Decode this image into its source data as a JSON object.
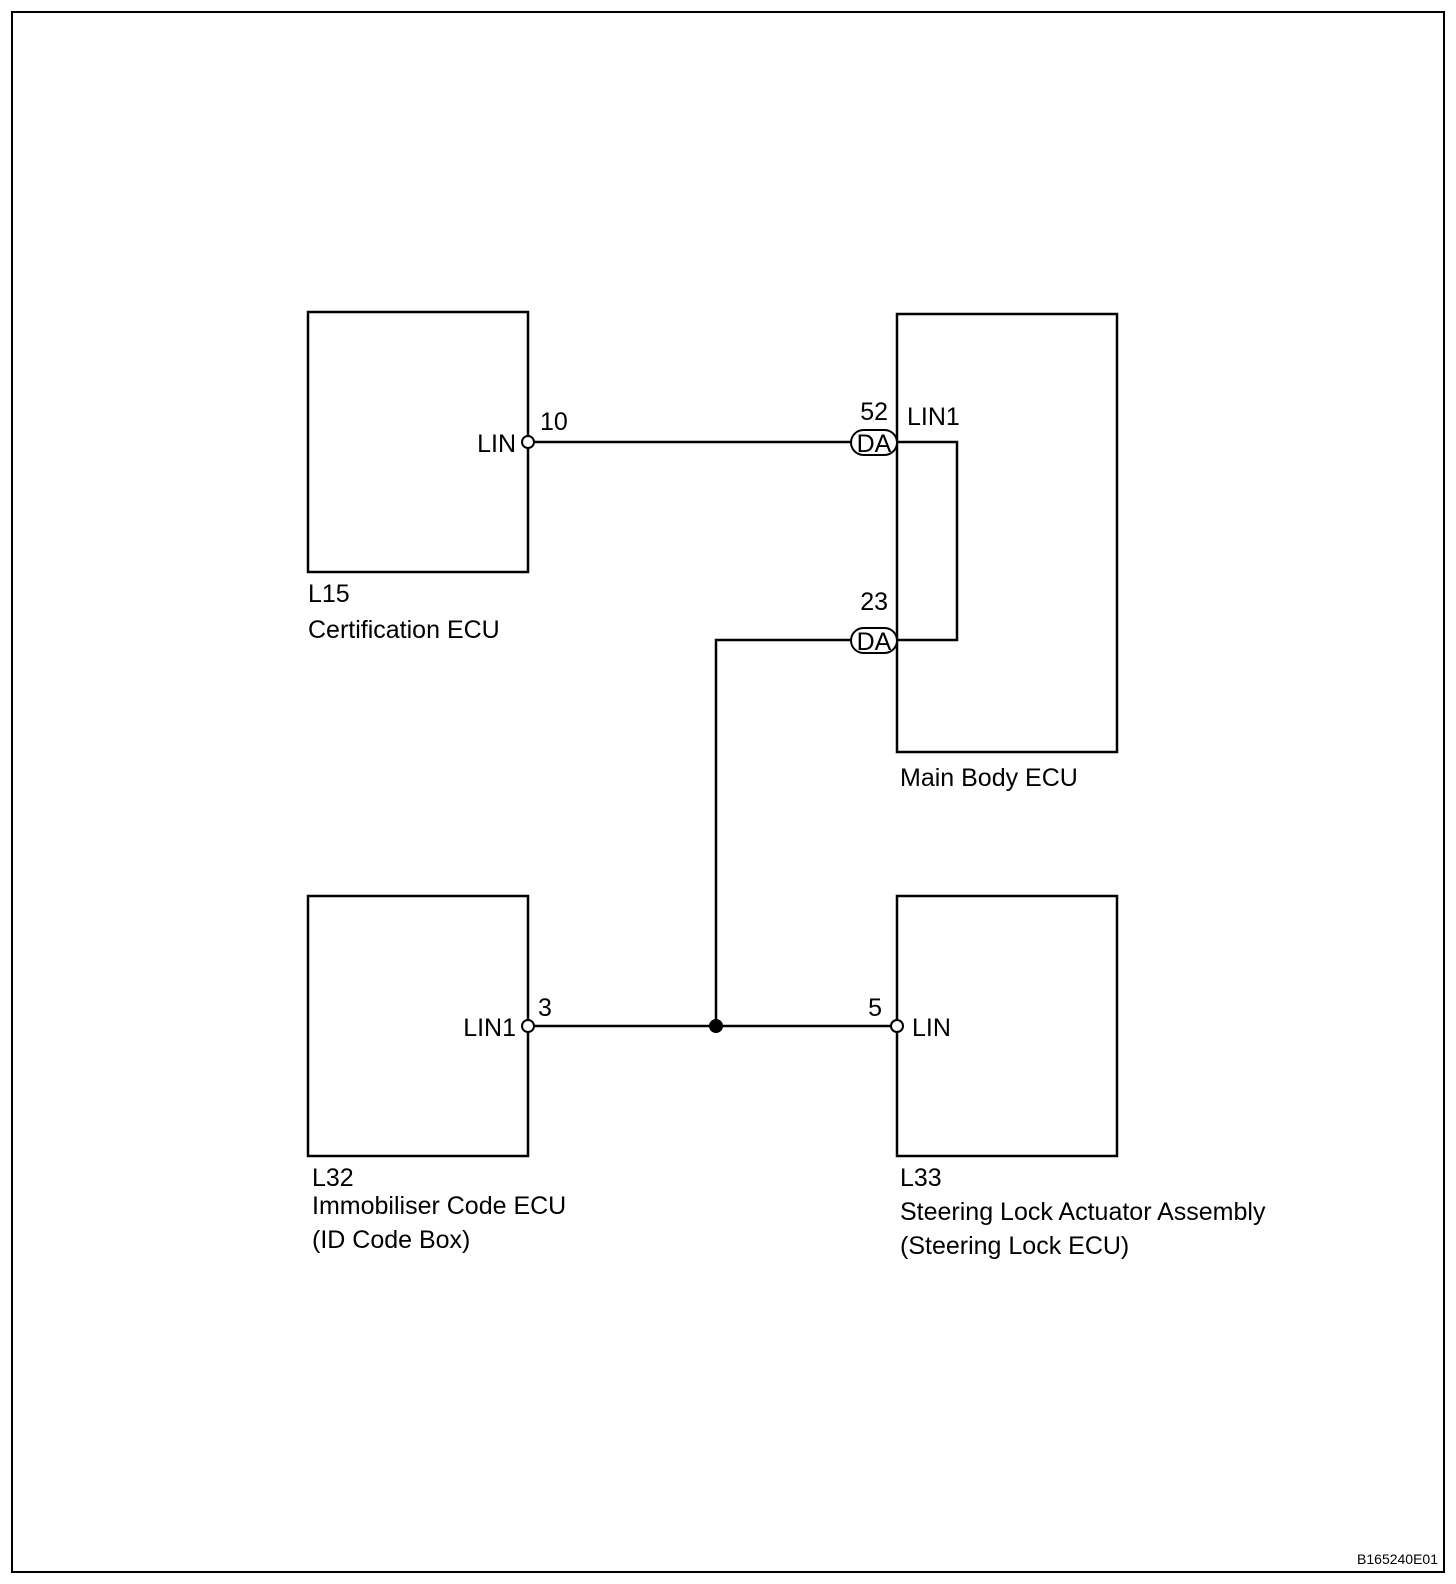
{
  "diagram_code": "B165240E01",
  "components": {
    "certification_ecu": {
      "ref": "L15",
      "name": "Certification ECU",
      "pin_name": "LIN",
      "pin_no": "10"
    },
    "main_body_ecu": {
      "name": "Main Body ECU",
      "pin1_name": "LIN1",
      "pin1_no": "52",
      "pin2_no": "23",
      "connector": "DA"
    },
    "immobiliser_ecu": {
      "ref": "L32",
      "name_line1": "Immobiliser Code ECU",
      "name_line2": "(ID Code Box)",
      "pin_name": "LIN1",
      "pin_no": "3"
    },
    "steering_lock_ecu": {
      "ref": "L33",
      "name_line1": "Steering Lock Actuator Assembly",
      "name_line2": "(Steering Lock ECU)",
      "pin_name": "LIN",
      "pin_no": "5"
    }
  }
}
